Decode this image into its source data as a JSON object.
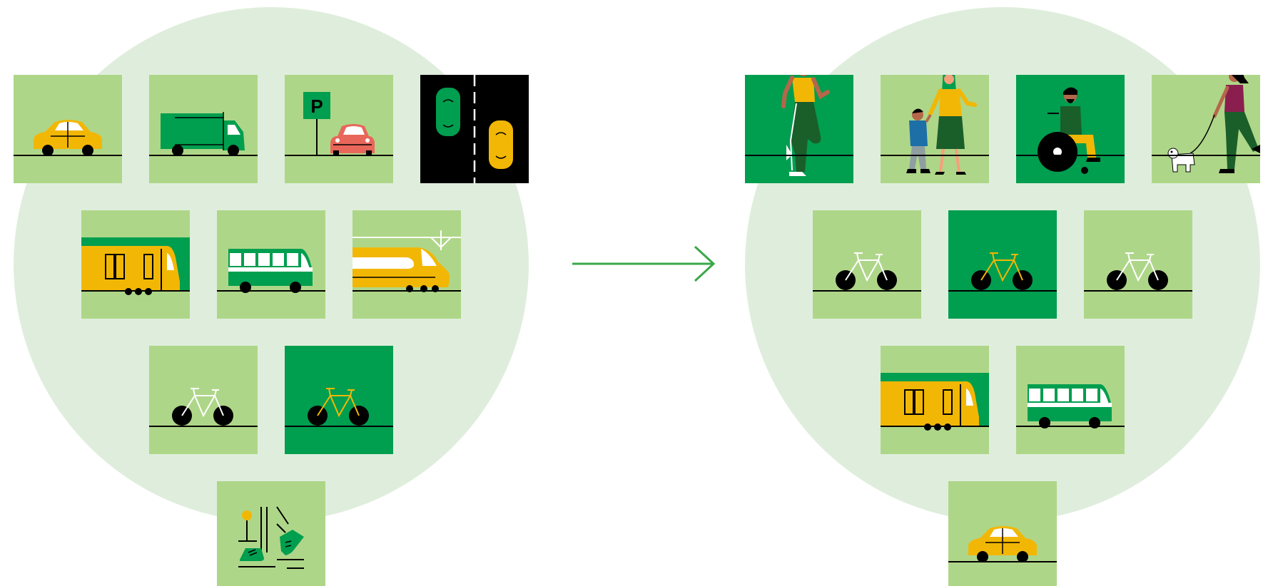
{
  "colors": {
    "light_green": "#aed688",
    "dark_green": "#009e4f",
    "circle": "#dfeedc",
    "yellow": "#f2b705",
    "black": "#000000",
    "red_car": "#e8675a"
  },
  "before": {
    "tiles": [
      {
        "name": "taxi-tile",
        "icon": "taxi-icon"
      },
      {
        "name": "truck-tile",
        "icon": "truck-icon"
      },
      {
        "name": "parking-tile",
        "icon": "parking-icon",
        "label": "P"
      },
      {
        "name": "road-lanes-tile",
        "icon": "road-icon"
      },
      {
        "name": "tram-tile",
        "icon": "tram-icon"
      },
      {
        "name": "bus-tile",
        "icon": "bus-icon"
      },
      {
        "name": "highspeed-train-tile",
        "icon": "train-icon"
      },
      {
        "name": "bicycle-tile",
        "icon": "bicycle-icon"
      },
      {
        "name": "bicycle-dark-tile",
        "icon": "bicycle-icon"
      },
      {
        "name": "walking-feet-tile",
        "icon": "feet-icon"
      }
    ]
  },
  "after": {
    "tiles": [
      {
        "name": "jogger-tile",
        "icon": "jogger-icon"
      },
      {
        "name": "family-walking-tile",
        "icon": "family-icon"
      },
      {
        "name": "wheelchair-tile",
        "icon": "wheelchair-icon"
      },
      {
        "name": "dog-walker-tile",
        "icon": "dog-walker-icon"
      },
      {
        "name": "bicycle-tile-1",
        "icon": "bicycle-icon"
      },
      {
        "name": "bicycle-dark-tile",
        "icon": "bicycle-icon"
      },
      {
        "name": "bicycle-tile-2",
        "icon": "bicycle-icon"
      },
      {
        "name": "tram-tile",
        "icon": "tram-icon"
      },
      {
        "name": "bus-tile",
        "icon": "bus-icon"
      },
      {
        "name": "taxi-tile",
        "icon": "taxi-icon"
      }
    ]
  },
  "arrow_icon": "arrow-right-icon"
}
